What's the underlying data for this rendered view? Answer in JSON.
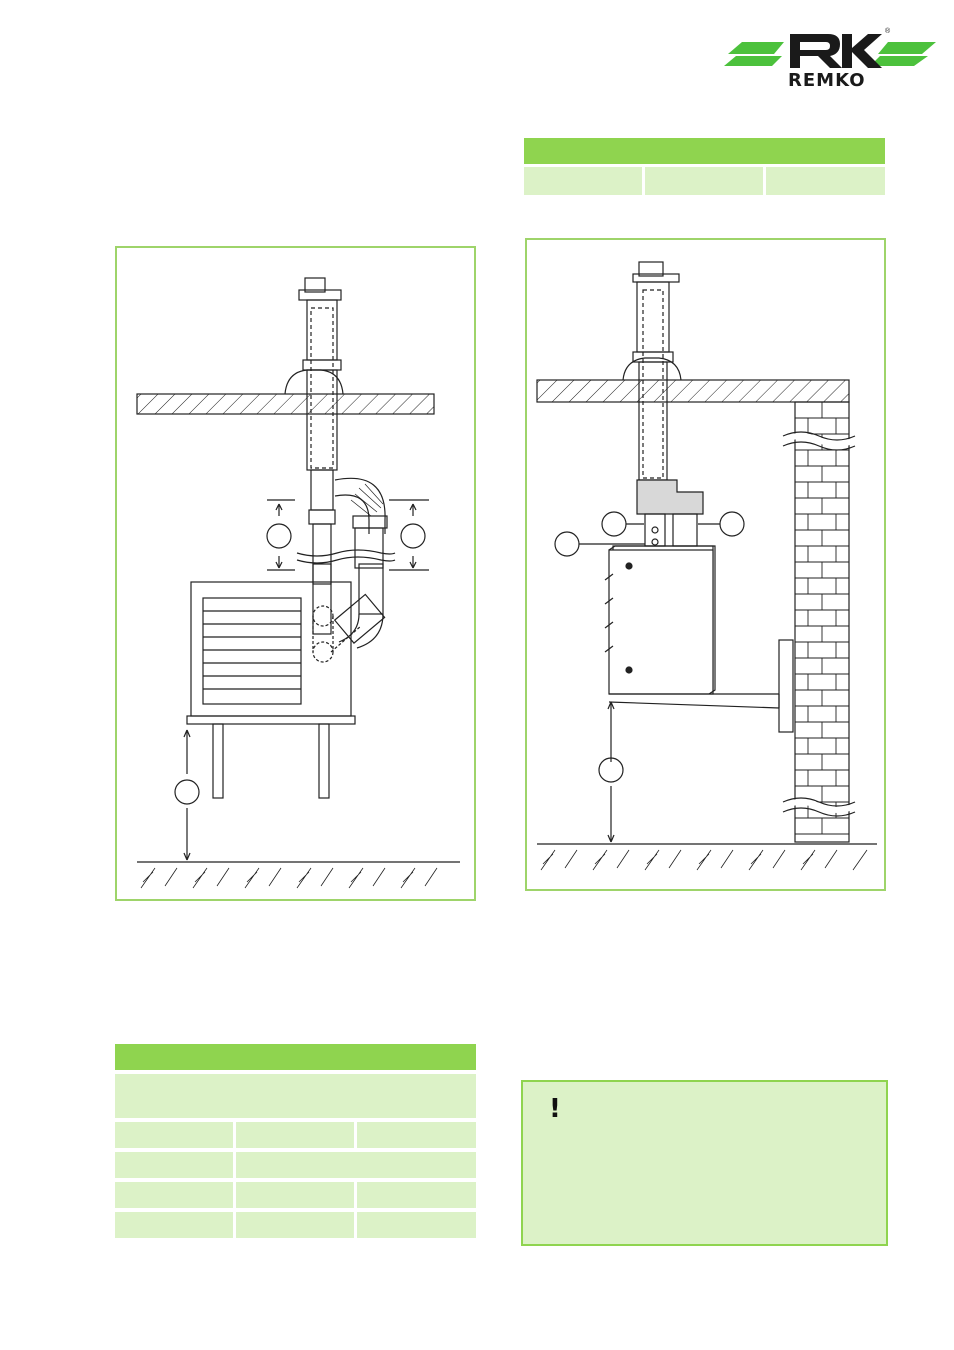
{
  "brand": {
    "name": "REMKO",
    "registered_mark": "®",
    "colors": {
      "green": "#4cc13c",
      "dark": "#1a1a1a"
    }
  },
  "colors": {
    "table_header": "#8fd44f",
    "table_cell": "#dcf2c7",
    "figure_border": "#9ed46a"
  },
  "notice": {
    "icon": "exclamation-mark",
    "symbol": "!"
  },
  "figures": [
    {
      "name": "floor-mounted-unit-with-flue-system"
    },
    {
      "name": "wall-mounted-unit-with-flue-system"
    }
  ]
}
